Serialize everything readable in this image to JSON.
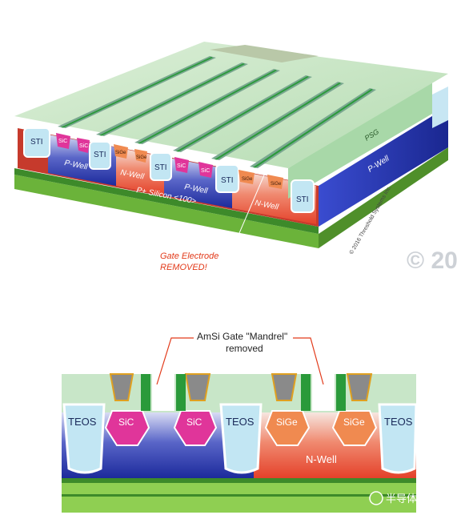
{
  "top_view": {
    "regions": {
      "p_well_1": "P-Well",
      "n_well_1": "N-Well",
      "p_well_2": "P-Well",
      "n_well_2": "N-Well",
      "p_well_right": "P-Well",
      "substrate": "P+ Silicon <100>",
      "psg": "PSG"
    },
    "sti_labels": [
      "STI",
      "STI",
      "STI",
      "STI",
      "STI"
    ],
    "sic_labels": [
      "SiC",
      "SiC",
      "SiC",
      "SiC"
    ],
    "sige_labels": [
      "SiGe",
      "SiGe",
      "SiGe",
      "SiGe"
    ],
    "callout": {
      "line1": "Gate Electrode",
      "line2": "REMOVED!"
    },
    "copyright_vertical": "© 2016 Threshold Systems Inc.",
    "watermark": "© 20"
  },
  "cross_section": {
    "callout": {
      "line1": "AmSi Gate \"Mandrel\"",
      "line2": "removed"
    },
    "teos_labels": [
      "TEOS",
      "TEOS",
      "TEOS"
    ],
    "sic_labels": [
      "SiC",
      "SiC"
    ],
    "sige_labels": [
      "SiGe",
      "SiGe"
    ],
    "n_well": "N-Well"
  },
  "wechat_badge": {
    "text": "半导体智造"
  },
  "colors": {
    "psg_green": "#c8e6c8",
    "p_well_blue": "#2233aa",
    "n_well_red": "#e8503a",
    "substrate_green": "#7cc242",
    "sti_blue": "#bfe3f0",
    "sic_magenta": "#e0359a",
    "sige_orange": "#f08a50",
    "callout_red": "#e23a1a"
  }
}
